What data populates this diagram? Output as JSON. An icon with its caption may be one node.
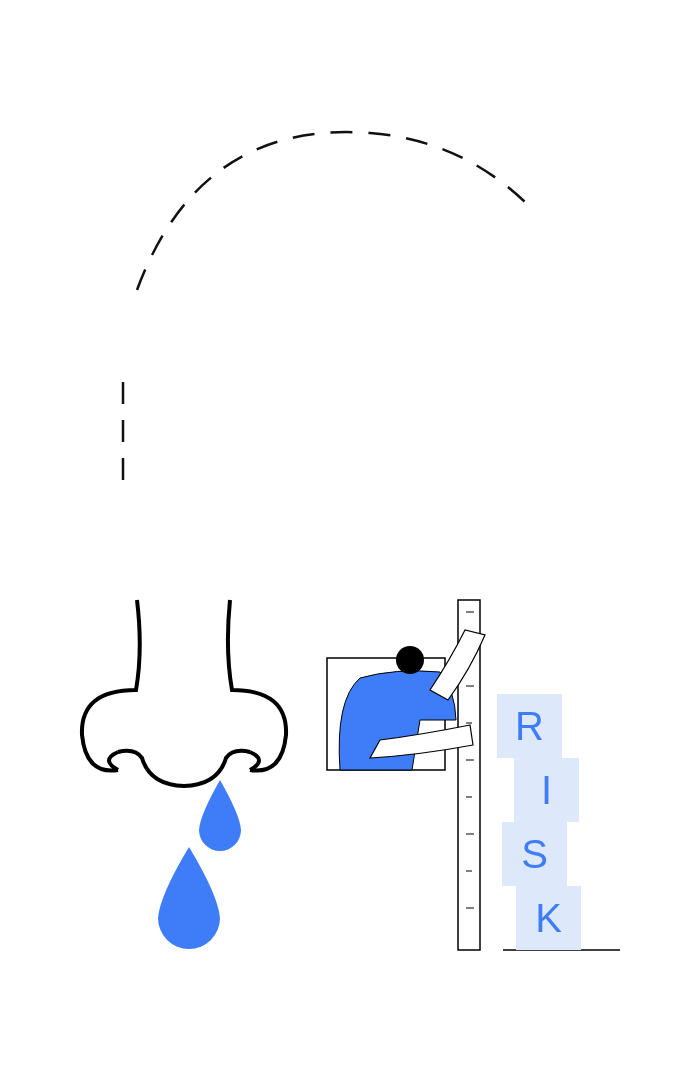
{
  "diagram": {
    "nodes": [
      {
        "text": [
          "R"
        ]
      },
      {
        "text": [
          "I"
        ]
      },
      {
        "text": [
          "S"
        ]
      },
      {
        "text": [
          "K"
        ]
      }
    ]
  }
}
